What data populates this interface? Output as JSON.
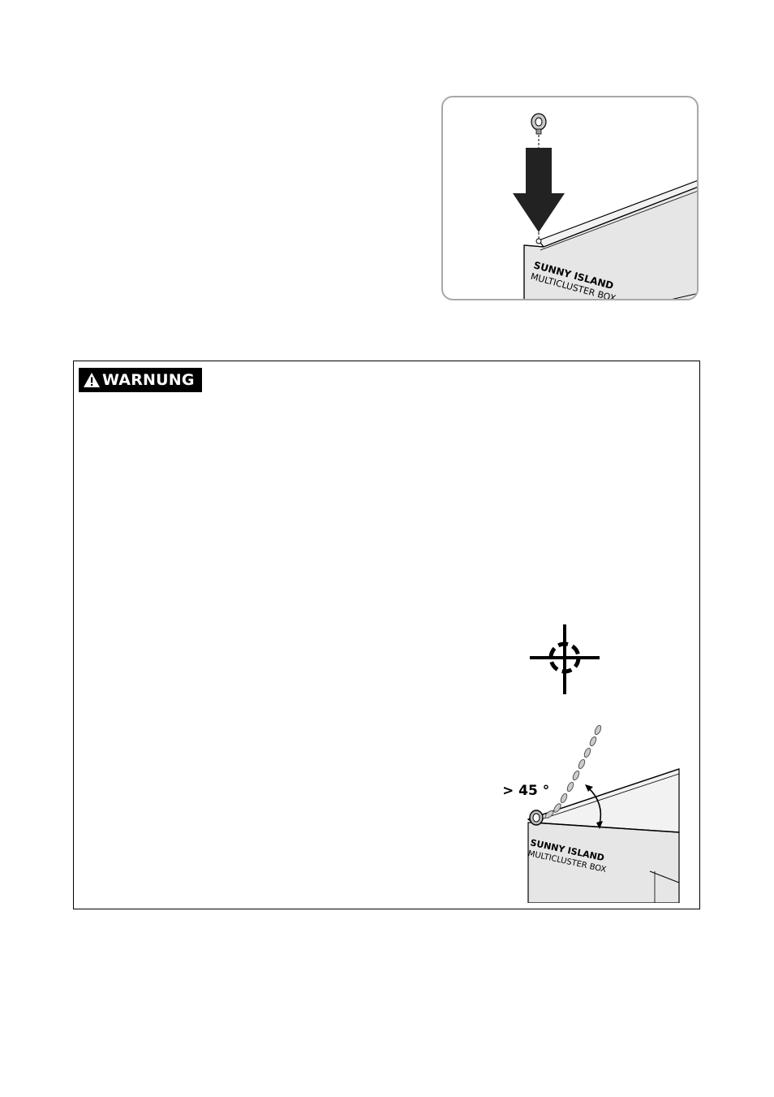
{
  "top_figure": {
    "brand_line1": "SUNNY ISLAND",
    "brand_line2": "MULTICLUSTER BOX"
  },
  "warning": {
    "label": "WARNUNG"
  },
  "angle_figure": {
    "angle_label": "> 45 °",
    "brand_line1": "SUNNY ISLAND",
    "brand_line2": "MULTICLUSTER BOX"
  },
  "icons": [
    "eyebolt-icon",
    "down-arrow-icon",
    "warning-triangle-icon",
    "crosshair-target-icon",
    "chain-icon"
  ],
  "colors": {
    "box_fill": "#e6e6e6",
    "frame_border": "#a8a8a8",
    "label_bg": "#000000"
  }
}
